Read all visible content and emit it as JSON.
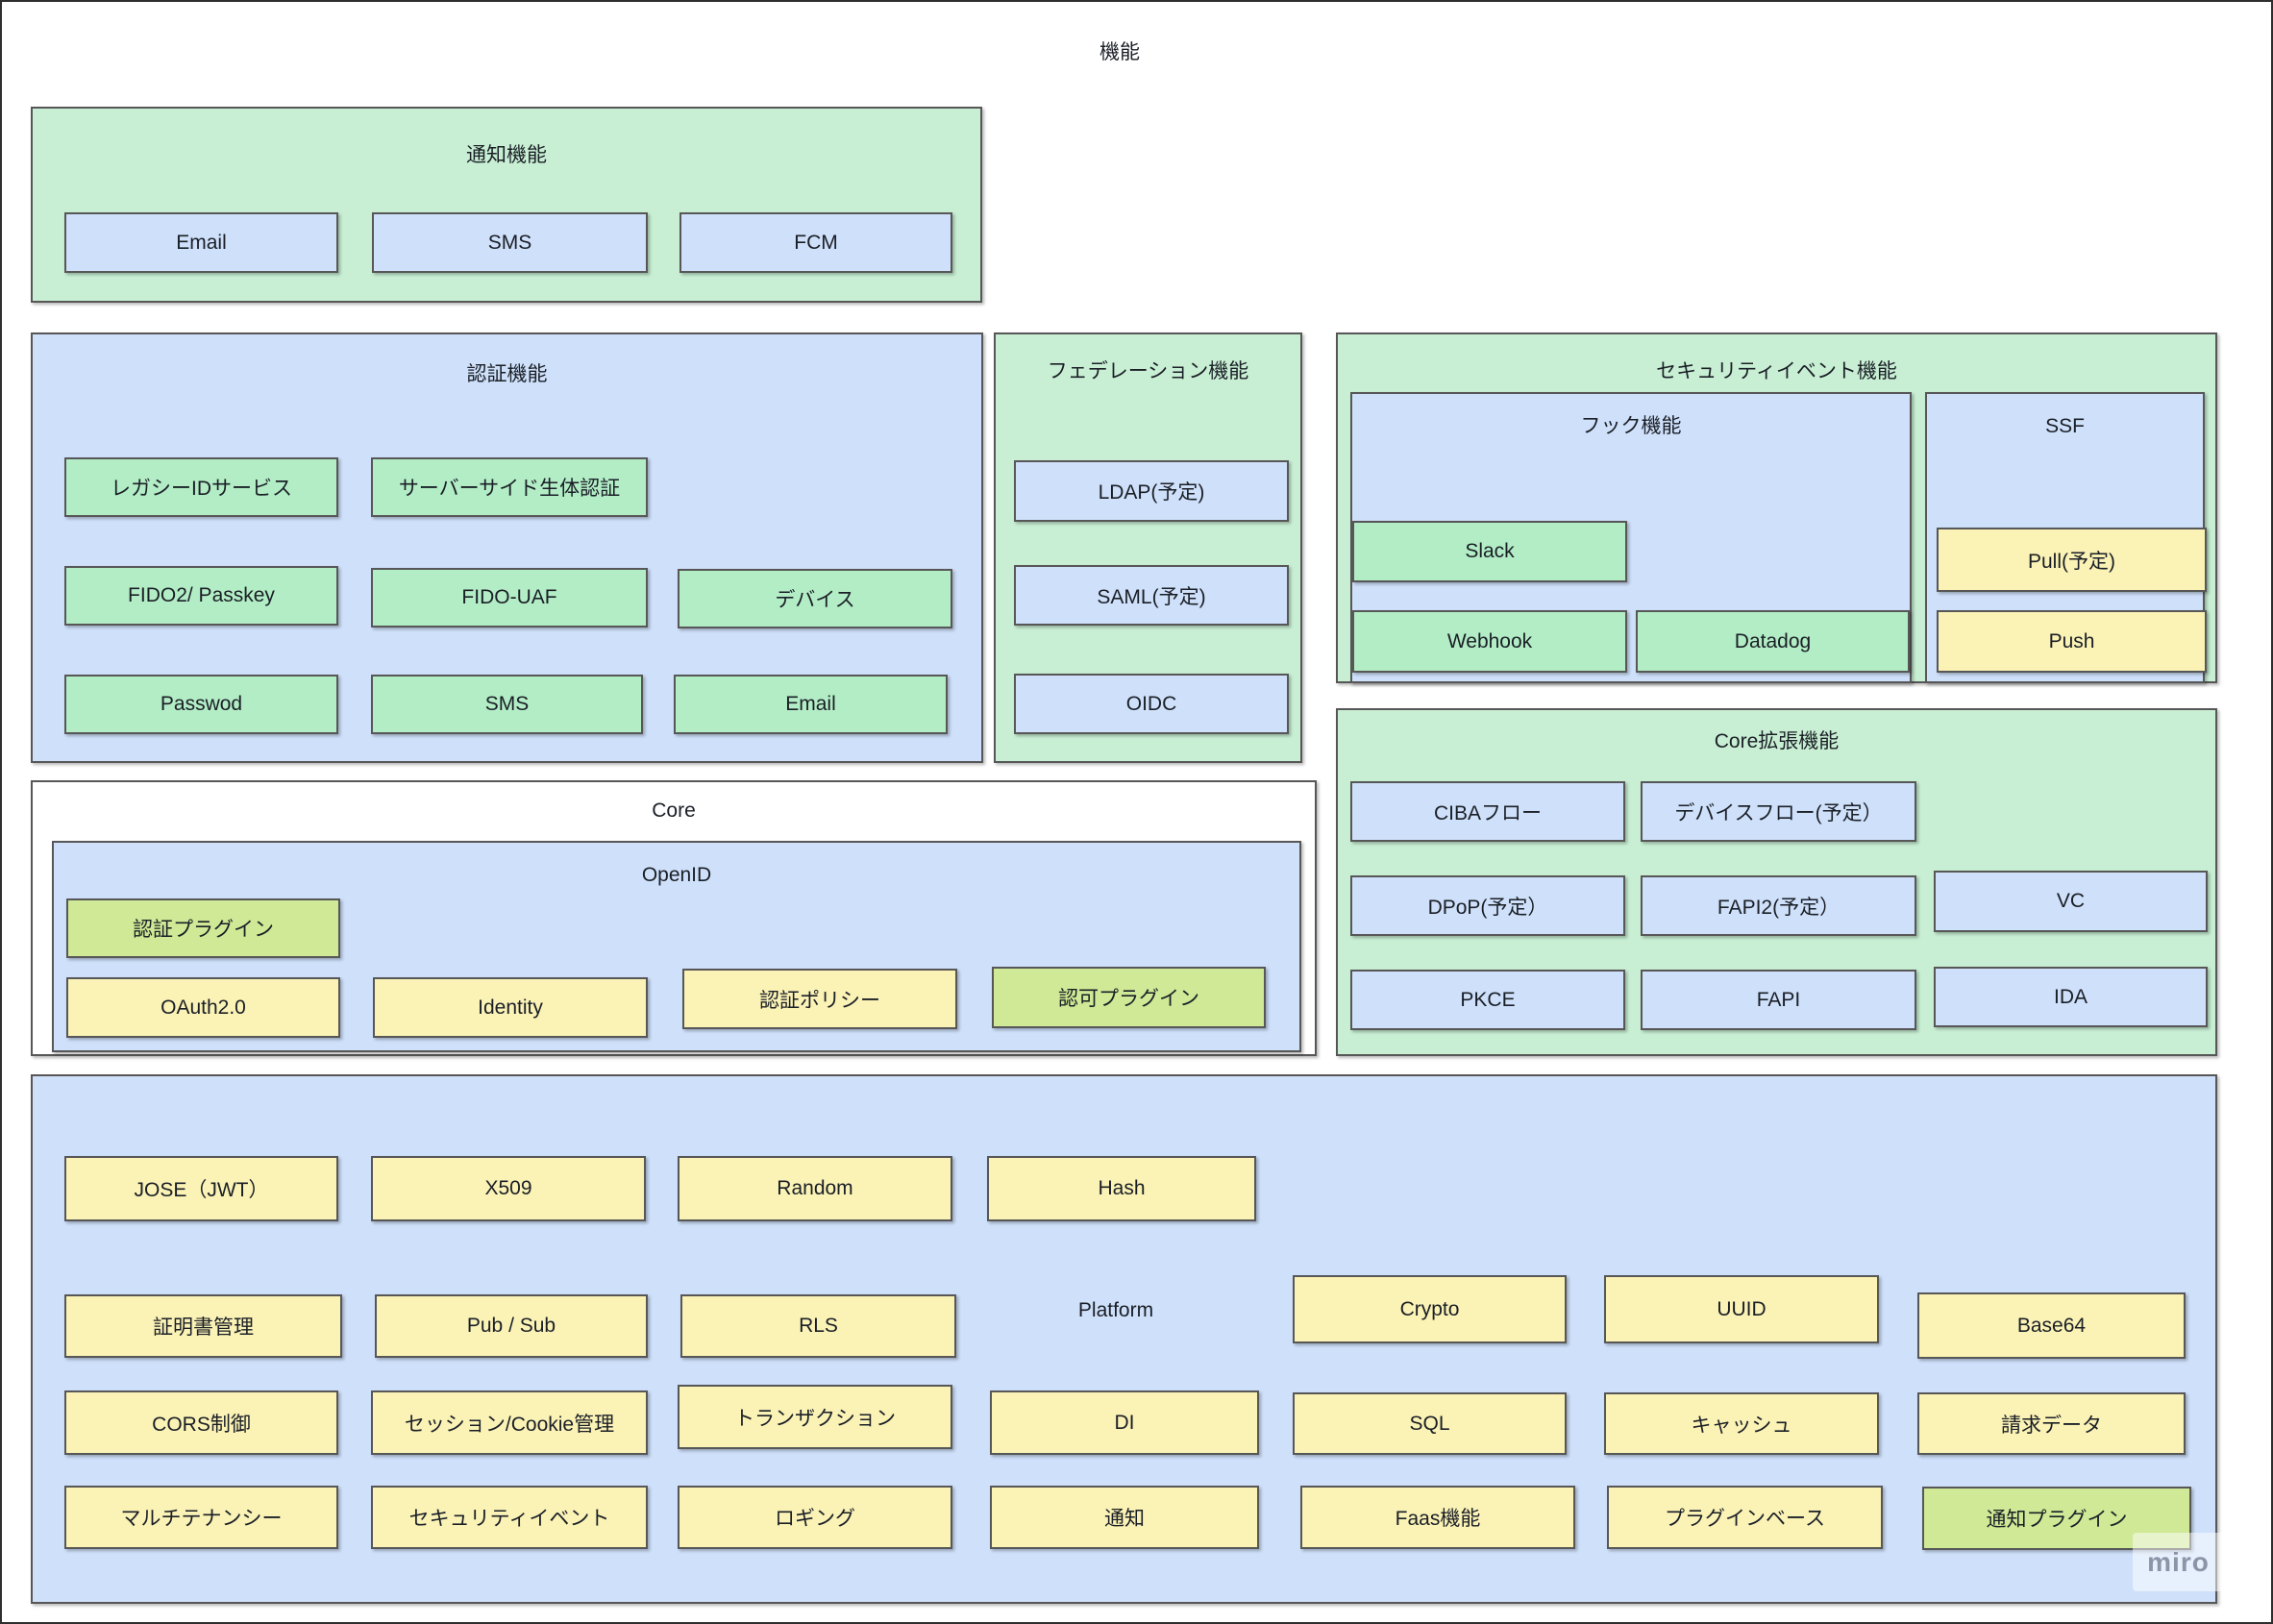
{
  "canvas_title": "機能",
  "watermark": "miro",
  "colors": {
    "container_green": "#c8efd4",
    "container_blue": "#cfe0fa",
    "item_blue": "#cfe0fa",
    "item_green": "#b3edc6",
    "item_yellow": "#fbf2b6",
    "item_lime": "#cfe996",
    "core_background": "#ffffff",
    "shape_border": "#575757"
  },
  "notification": {
    "title": "通知機能",
    "items": [
      "Email",
      "SMS",
      "FCM"
    ]
  },
  "auth": {
    "title": "認証機能",
    "items": [
      "レガシーIDサービス",
      "サーバーサイド生体認証",
      "FIDO2/ Passkey",
      "FIDO-UAF",
      "デバイス",
      "Passwod",
      "SMS",
      "Email"
    ]
  },
  "federation": {
    "title": "フェデレーション機能",
    "items": [
      "LDAP(予定)",
      "SAML(予定)",
      "OIDC"
    ]
  },
  "security_event": {
    "title": "セキュリティイベント機能",
    "hook": {
      "title": "フック機能",
      "items": [
        "Slack",
        "Webhook",
        "Datadog"
      ]
    },
    "ssf": {
      "title": "SSF",
      "items": [
        "Pull(予定)",
        "Push"
      ]
    }
  },
  "core": {
    "title": "Core",
    "openid": {
      "title": "OpenID",
      "items": [
        "認証プラグイン",
        "OAuth2.0",
        "Identity",
        "認証ポリシー",
        "認可プラグイン"
      ]
    }
  },
  "core_ext": {
    "title": "Core拡張機能",
    "items": [
      "CIBAフロー",
      "デバイスフロー(予定）",
      "DPoP(予定）",
      "FAPI2(予定）",
      "VC",
      "PKCE",
      "FAPI",
      "IDA"
    ]
  },
  "platform": {
    "label": "Platform",
    "items": [
      "JOSE（JWT）",
      "X509",
      "Random",
      "Hash",
      "証明書管理",
      "Pub / Sub",
      "RLS",
      "Crypto",
      "UUID",
      "Base64",
      "CORS制御",
      "セッション/Cookie管理",
      "トランザクション",
      "DI",
      "SQL",
      "キャッシュ",
      "請求データ",
      "マルチテナンシー",
      "セキュリティイベント",
      "ロギング",
      "通知",
      "Faas機能",
      "プラグインベース",
      "通知プラグイン"
    ]
  }
}
